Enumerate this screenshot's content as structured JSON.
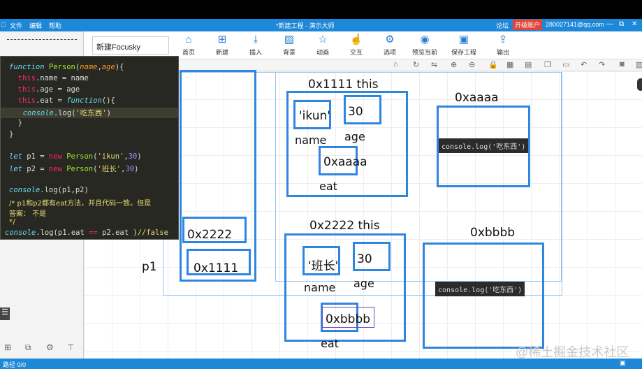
{
  "titlebar": {
    "menu": [
      "文件",
      "编辑",
      "帮助"
    ],
    "title": "*新建工程 - 演示大师",
    "right": {
      "forum": "论坛",
      "upgrade": "开级账户",
      "account": "280027141@qq.com"
    },
    "window_controls": [
      "—",
      "⧉",
      "✕"
    ]
  },
  "toolbar": {
    "project_name": "新建Focusky",
    "tools": [
      {
        "label": "首页",
        "icon": "home-icon"
      },
      {
        "label": "新建",
        "icon": "new-icon"
      },
      {
        "label": "插入",
        "icon": "insert-icon"
      },
      {
        "label": "背景",
        "icon": "background-icon"
      },
      {
        "label": "动画",
        "icon": "animation-icon"
      },
      {
        "label": "交互",
        "icon": "interaction-icon"
      },
      {
        "label": "选项",
        "icon": "gear-icon"
      },
      {
        "label": "预览当前",
        "icon": "preview-icon"
      },
      {
        "label": "保存工程",
        "icon": "save-icon"
      },
      {
        "label": "输出",
        "icon": "export-icon"
      }
    ]
  },
  "code": {
    "comment1": "/* p1和p2都有eat方法，并且代码一致。但是",
    "comment2": "答案： 不是",
    "comment3": "*/"
  },
  "diagram": {
    "addr_p2": "0x2222",
    "addr_p1": "0x1111",
    "var_p1": "p1",
    "obj1_title": "0x1111 this",
    "obj1_name": "'ikun'",
    "obj1_age": "30",
    "obj1_age_lbl": "age",
    "obj1_name_lbl": "name",
    "obj1_eat": "0xaaaa",
    "obj1_eat_lbl": "eat",
    "fn1_addr": "0xaaaa",
    "fn_log": "console.log('吃东西')",
    "obj2_title": "0x2222 this",
    "obj2_name": "'班长'",
    "obj2_age": "30",
    "obj2_age_lbl": "age",
    "obj2_name_lbl": "name",
    "obj2_eat": "0xbbbb",
    "obj2_eat_lbl": "eat",
    "fn2_addr": "0xbbbb"
  },
  "watermark": "@稀土掘金技术社区",
  "status": {
    "path": "路径 0/0"
  }
}
